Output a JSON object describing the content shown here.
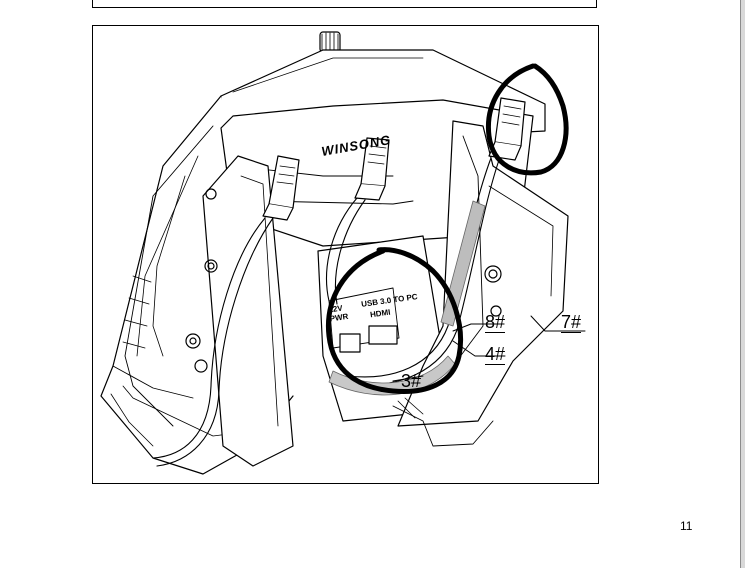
{
  "figure": {
    "labels": {
      "part_7": "7#",
      "part_8": "8#",
      "part_4": "4#",
      "part_3": "3#",
      "port_power": "12V PWR",
      "port_usb": "USB 3.0 TO PC",
      "port_hdmi": "HDMI",
      "brand": "WINSONG"
    }
  },
  "page": {
    "number": "11"
  }
}
